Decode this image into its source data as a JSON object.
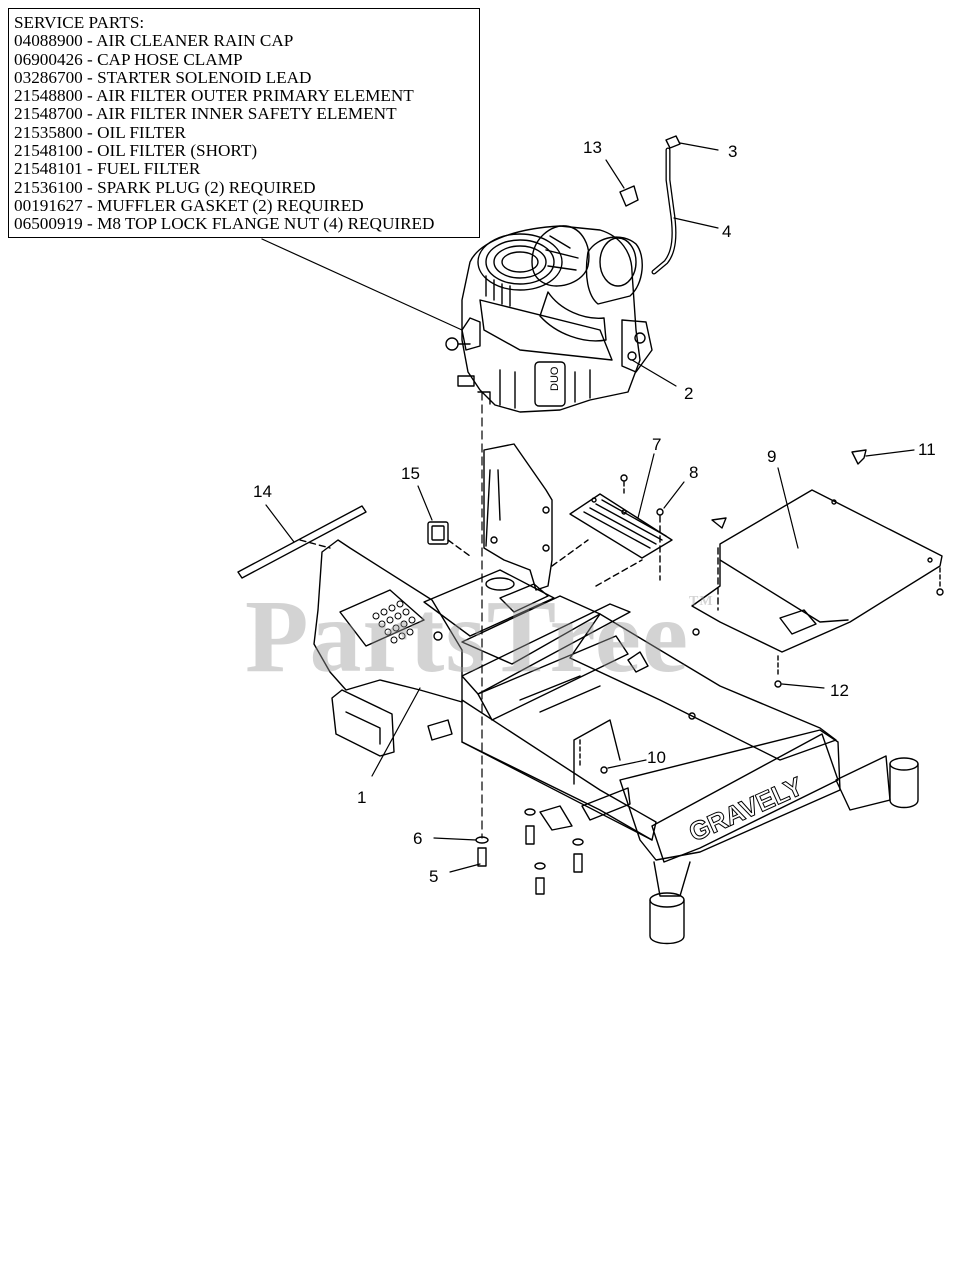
{
  "service_parts": {
    "heading": "SERVICE PARTS:",
    "items": [
      "04088900 - AIR CLEANER RAIN CAP",
      "06900426 - CAP HOSE CLAMP",
      "03286700 - STARTER SOLENOID LEAD",
      "21548800 - AIR FILTER OUTER PRIMARY ELEMENT",
      "21548700 - AIR FILTER INNER SAFETY ELEMENT",
      "21535800 - OIL FILTER",
      "21548100 - OIL FILTER (SHORT)",
      "21548101 - FUEL FILTER",
      "21536100 - SPARK PLUG (2) REQUIRED",
      "00191627 - MUFFLER GASKET (2) REQUIRED",
      "06500919 - M8 TOP LOCK FLANGE NUT (4) REQUIRED"
    ]
  },
  "callouts": {
    "c1": "1",
    "c2": "2",
    "c3": "3",
    "c4": "4",
    "c5": "5",
    "c6": "6",
    "c7": "7",
    "c8": "8",
    "c9": "9",
    "c10": "10",
    "c11": "11",
    "c12": "12",
    "c13": "13",
    "c14": "14",
    "c15": "15"
  },
  "brand_decal": "GRAVELY",
  "watermark": {
    "text": "PartsTree",
    "mark": "TM"
  }
}
